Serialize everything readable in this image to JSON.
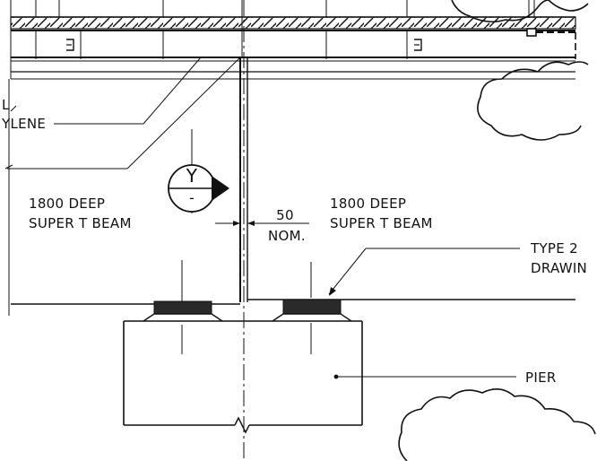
{
  "labels": {
    "partial_top_left": "L",
    "polyethylene_partial": "YLENE",
    "beam_left_line1": "1800 DEEP",
    "beam_left_line2": "SUPER T BEAM",
    "beam_right_line1": "1800 DEEP",
    "beam_right_line2": "SUPER T BEAM",
    "gap_value": "50",
    "gap_note": "NOM.",
    "type_partial": "TYPE 2",
    "drawing_partial": "DRAWIN",
    "pier": "PIER",
    "section_marker_letter": "Y",
    "section_marker_sub": "-"
  },
  "colors": {
    "line": "#111111",
    "bearing_fill": "#2a2a2a",
    "background": "#ffffff"
  }
}
